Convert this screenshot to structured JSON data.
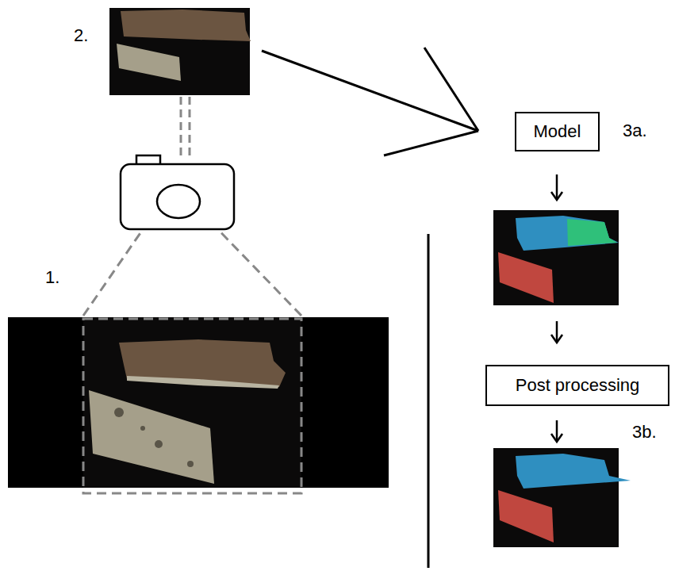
{
  "diagram": {
    "nodes": [
      {
        "text": [
          "Model"
        ]
      },
      {
        "text": [
          "Post processing"
        ]
      }
    ],
    "labels": [
      "1.",
      "2.",
      "3a.",
      "3b."
    ]
  }
}
